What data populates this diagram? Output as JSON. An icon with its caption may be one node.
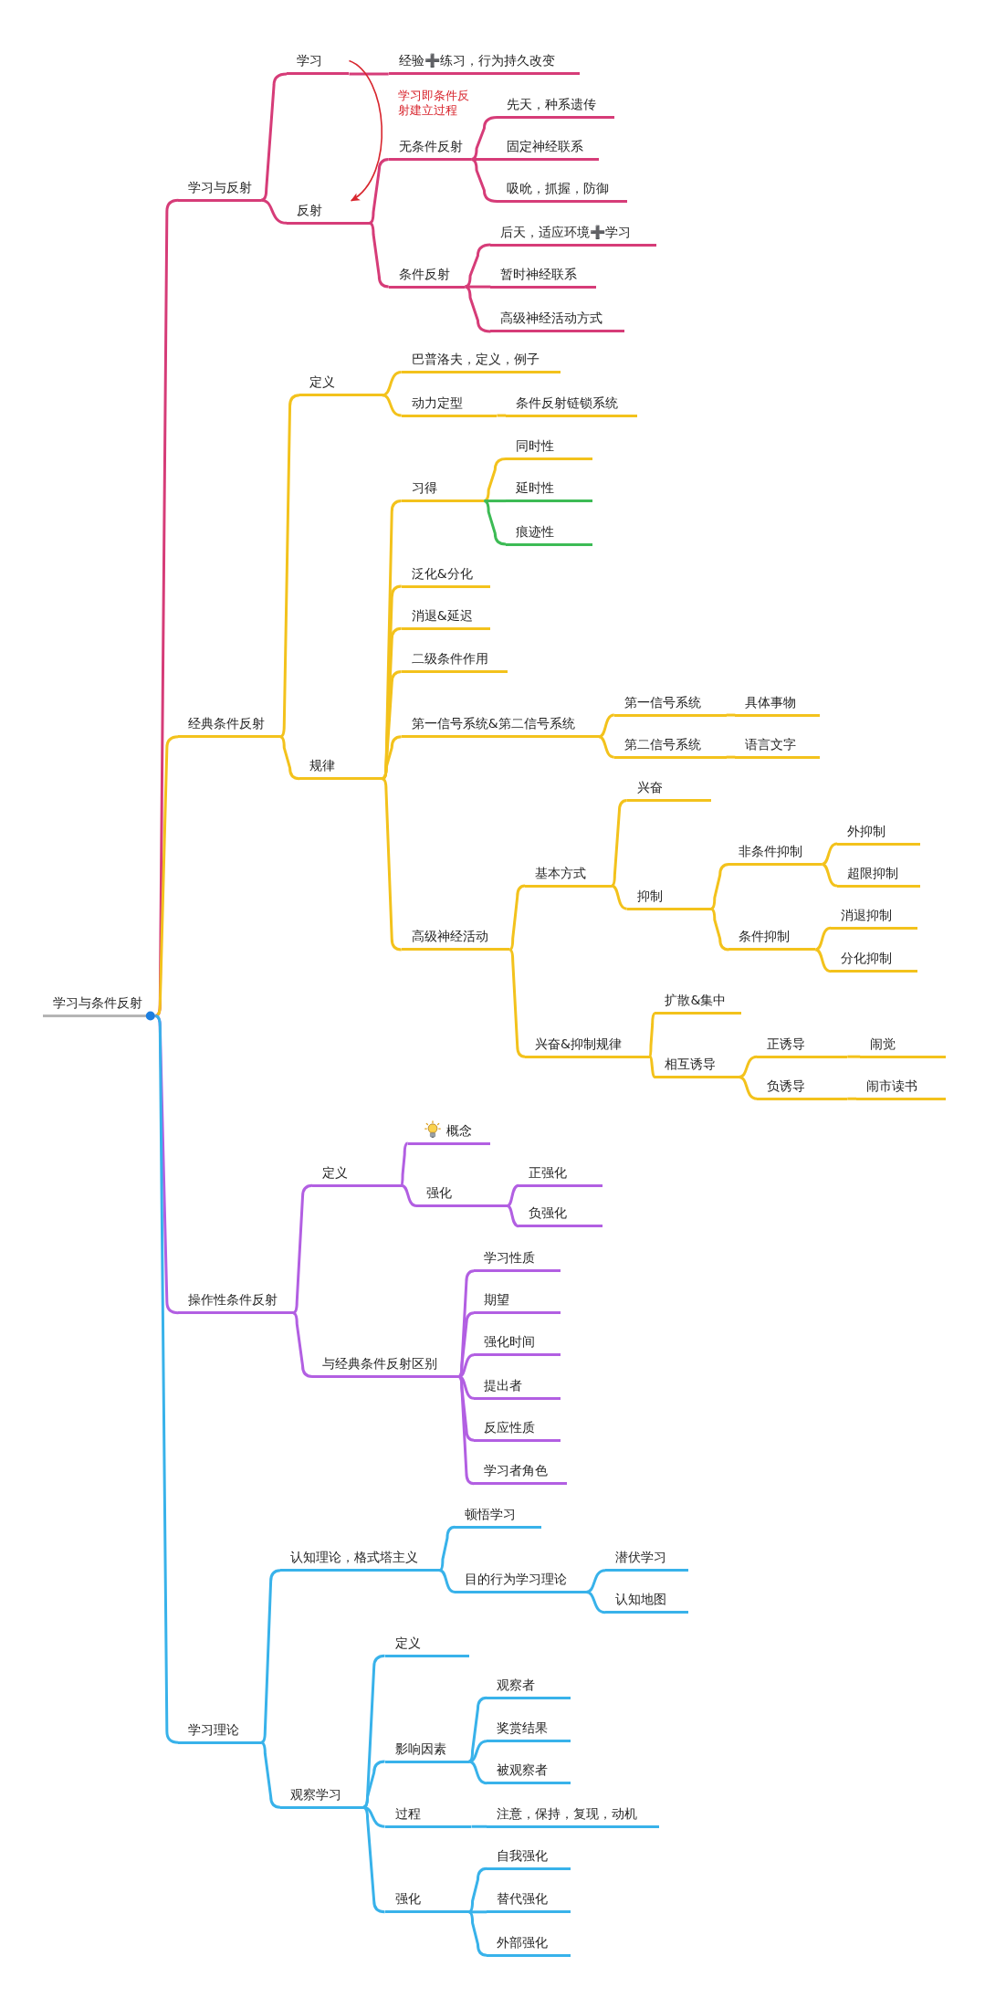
{
  "diagram": {
    "nodes": [
      {
        "text": [
          "学习与条件反射"
        ]
      },
      {
        "text": [
          "学习与反射"
        ]
      },
      {
        "text": [
          "学习"
        ]
      },
      {
        "text": [
          "经验➕练习，行为持久改变"
        ]
      },
      {
        "text": [
          "反射"
        ]
      },
      {
        "text": [
          "无条件反射"
        ]
      },
      {
        "text": [
          "先天，种系遗传"
        ]
      },
      {
        "text": [
          "固定神经联系"
        ]
      },
      {
        "text": [
          "吸吮，抓握，防御"
        ]
      },
      {
        "text": [
          "条件反射"
        ]
      },
      {
        "text": [
          "后天，适应环境➕学习"
        ]
      },
      {
        "text": [
          "暂时神经联系"
        ]
      },
      {
        "text": [
          "高级神经活动方式"
        ]
      },
      {
        "text": [
          "经典条件反射"
        ]
      },
      {
        "text": [
          "定义"
        ]
      },
      {
        "text": [
          "巴普洛夫，定义，例子"
        ]
      },
      {
        "text": [
          "动力定型"
        ]
      },
      {
        "text": [
          "条件反射链锁系统"
        ]
      },
      {
        "text": [
          "规律"
        ]
      },
      {
        "text": [
          "习得"
        ]
      },
      {
        "text": [
          "同时性"
        ]
      },
      {
        "text": [
          "延时性"
        ]
      },
      {
        "text": [
          "痕迹性"
        ]
      },
      {
        "text": [
          "泛化&分化"
        ]
      },
      {
        "text": [
          "消退&延迟"
        ]
      },
      {
        "text": [
          "二级条件作用"
        ]
      },
      {
        "text": [
          "第一信号系统&第二信号系统"
        ]
      },
      {
        "text": [
          "第一信号系统"
        ]
      },
      {
        "text": [
          "具体事物"
        ]
      },
      {
        "text": [
          "第二信号系统"
        ]
      },
      {
        "text": [
          "语言文字"
        ]
      },
      {
        "text": [
          "高级神经活动"
        ]
      },
      {
        "text": [
          "基本方式"
        ]
      },
      {
        "text": [
          "兴奋"
        ]
      },
      {
        "text": [
          "抑制"
        ]
      },
      {
        "text": [
          "非条件抑制"
        ]
      },
      {
        "text": [
          "外抑制"
        ]
      },
      {
        "text": [
          "超限抑制"
        ]
      },
      {
        "text": [
          "条件抑制"
        ]
      },
      {
        "text": [
          "消退抑制"
        ]
      },
      {
        "text": [
          "分化抑制"
        ]
      },
      {
        "text": [
          "兴奋&抑制规律"
        ]
      },
      {
        "text": [
          "扩散&集中"
        ]
      },
      {
        "text": [
          "相互诱导"
        ]
      },
      {
        "text": [
          "正诱导"
        ]
      },
      {
        "text": [
          "闹觉"
        ]
      },
      {
        "text": [
          "负诱导"
        ]
      },
      {
        "text": [
          "闹市读书"
        ]
      },
      {
        "text": [
          "操作性条件反射"
        ]
      },
      {
        "text": [
          "定义"
        ]
      },
      {
        "text": [
          "概念"
        ]
      },
      {
        "text": [
          "强化"
        ]
      },
      {
        "text": [
          "正强化"
        ]
      },
      {
        "text": [
          "负强化"
        ]
      },
      {
        "text": [
          "与经典条件反射区别"
        ]
      },
      {
        "text": [
          "学习性质"
        ]
      },
      {
        "text": [
          "期望"
        ]
      },
      {
        "text": [
          "强化时间"
        ]
      },
      {
        "text": [
          "提出者"
        ]
      },
      {
        "text": [
          "反应性质"
        ]
      },
      {
        "text": [
          "学习者角色"
        ]
      },
      {
        "text": [
          "学习理论"
        ]
      },
      {
        "text": [
          "认知理论，格式塔主义"
        ]
      },
      {
        "text": [
          "顿悟学习"
        ]
      },
      {
        "text": [
          "目的行为学习理论"
        ]
      },
      {
        "text": [
          "潜伏学习"
        ]
      },
      {
        "text": [
          "认知地图"
        ]
      },
      {
        "text": [
          "观察学习"
        ]
      },
      {
        "text": [
          "定义"
        ]
      },
      {
        "text": [
          "影响因素"
        ]
      },
      {
        "text": [
          "观察者"
        ]
      },
      {
        "text": [
          "奖赏结果"
        ]
      },
      {
        "text": [
          "被观察者"
        ]
      },
      {
        "text": [
          "过程"
        ]
      },
      {
        "text": [
          "注意，保持，复现，动机"
        ]
      },
      {
        "text": [
          "强化"
        ]
      },
      {
        "text": [
          "自我强化"
        ]
      },
      {
        "text": [
          "替代强化"
        ]
      },
      {
        "text": [
          "外部强化"
        ]
      }
    ],
    "edges": [
      {
        "from": 0,
        "to": 1,
        "arrow": "none",
        "color": "#d63c78"
      },
      {
        "from": 1,
        "to": 2,
        "arrow": "none",
        "color": "#d63c78"
      },
      {
        "from": 2,
        "to": 3,
        "arrow": "none",
        "color": "#d63c78"
      },
      {
        "from": 1,
        "to": 4,
        "arrow": "none",
        "color": "#d63c78"
      },
      {
        "from": 4,
        "to": 5,
        "arrow": "none",
        "color": "#d63c78"
      },
      {
        "from": 5,
        "to": 6,
        "arrow": "none",
        "color": "#d63c78"
      },
      {
        "from": 5,
        "to": 7,
        "arrow": "none",
        "color": "#d63c78"
      },
      {
        "from": 5,
        "to": 8,
        "arrow": "none",
        "color": "#d63c78"
      },
      {
        "from": 4,
        "to": 9,
        "arrow": "none",
        "color": "#d63c78"
      },
      {
        "from": 9,
        "to": 10,
        "arrow": "none",
        "color": "#d63c78"
      },
      {
        "from": 9,
        "to": 11,
        "arrow": "none",
        "color": "#d63c78"
      },
      {
        "from": 9,
        "to": 12,
        "arrow": "none",
        "color": "#d63c78"
      },
      {
        "from": 2,
        "to": 4,
        "arrow": "to",
        "color": "#d8262e",
        "label": "学习即条件反射建立过程"
      },
      {
        "from": 0,
        "to": 13,
        "arrow": "none"
      },
      {
        "from": 13,
        "to": 14,
        "arrow": "none"
      },
      {
        "from": 14,
        "to": 15,
        "arrow": "none"
      },
      {
        "from": 14,
        "to": 16,
        "arrow": "none"
      },
      {
        "from": 16,
        "to": 17,
        "arrow": "none"
      },
      {
        "from": 13,
        "to": 18,
        "arrow": "none"
      },
      {
        "from": 18,
        "to": 19,
        "arrow": "none"
      },
      {
        "from": 19,
        "to": 20,
        "arrow": "none"
      },
      {
        "from": 19,
        "to": 21,
        "arrow": "none",
        "color": "#3dbb55"
      },
      {
        "from": 19,
        "to": 22,
        "arrow": "none",
        "color": "#3dbb55"
      },
      {
        "from": 18,
        "to": 23,
        "arrow": "none"
      },
      {
        "from": 18,
        "to": 24,
        "arrow": "none"
      },
      {
        "from": 18,
        "to": 25,
        "arrow": "none"
      },
      {
        "from": 18,
        "to": 26,
        "arrow": "none"
      },
      {
        "from": 26,
        "to": 27,
        "arrow": "none"
      },
      {
        "from": 27,
        "to": 28,
        "arrow": "none"
      },
      {
        "from": 26,
        "to": 29,
        "arrow": "none"
      },
      {
        "from": 29,
        "to": 30,
        "arrow": "none"
      },
      {
        "from": 18,
        "to": 31,
        "arrow": "none"
      },
      {
        "from": 31,
        "to": 32,
        "arrow": "none"
      },
      {
        "from": 32,
        "to": 33,
        "arrow": "none"
      },
      {
        "from": 32,
        "to": 34,
        "arrow": "none"
      },
      {
        "from": 34,
        "to": 35,
        "arrow": "none"
      },
      {
        "from": 35,
        "to": 36,
        "arrow": "none"
      },
      {
        "from": 35,
        "to": 37,
        "arrow": "none"
      },
      {
        "from": 34,
        "to": 38,
        "arrow": "none"
      },
      {
        "from": 38,
        "to": 39,
        "arrow": "none"
      },
      {
        "from": 38,
        "to": 40,
        "arrow": "none"
      },
      {
        "from": 31,
        "to": 41,
        "arrow": "none"
      },
      {
        "from": 41,
        "to": 42,
        "arrow": "none"
      },
      {
        "from": 41,
        "to": 43,
        "arrow": "none"
      },
      {
        "from": 43,
        "to": 44,
        "arrow": "none"
      },
      {
        "from": 44,
        "to": 45,
        "arrow": "none"
      },
      {
        "from": 43,
        "to": 46,
        "arrow": "none"
      },
      {
        "from": 46,
        "to": 47,
        "arrow": "none"
      },
      {
        "from": 0,
        "to": 48,
        "arrow": "none",
        "color": "#b25fe2"
      },
      {
        "from": 48,
        "to": 49,
        "arrow": "none",
        "color": "#b25fe2"
      },
      {
        "from": 49,
        "to": 50,
        "arrow": "none",
        "color": "#b25fe2"
      },
      {
        "from": 49,
        "to": 51,
        "arrow": "none",
        "color": "#b25fe2"
      },
      {
        "from": 51,
        "to": 52,
        "arrow": "none",
        "color": "#b25fe2"
      },
      {
        "from": 51,
        "to": 53,
        "arrow": "none",
        "color": "#b25fe2"
      },
      {
        "from": 48,
        "to": 54,
        "arrow": "none",
        "color": "#b25fe2"
      },
      {
        "from": 54,
        "to": 55,
        "arrow": "none",
        "color": "#b25fe2"
      },
      {
        "from": 54,
        "to": 56,
        "arrow": "none",
        "color": "#b25fe2"
      },
      {
        "from": 54,
        "to": 57,
        "arrow": "none",
        "color": "#b25fe2"
      },
      {
        "from": 54,
        "to": 58,
        "arrow": "none",
        "color": "#b25fe2"
      },
      {
        "from": 54,
        "to": 59,
        "arrow": "none",
        "color": "#b25fe2"
      },
      {
        "from": 54,
        "to": 60,
        "arrow": "none",
        "color": "#b25fe2"
      },
      {
        "from": 0,
        "to": 61,
        "arrow": "none",
        "color": "#38b2ea"
      },
      {
        "from": 61,
        "to": 62,
        "arrow": "none",
        "color": "#38b2ea"
      },
      {
        "from": 62,
        "to": 63,
        "arrow": "none",
        "color": "#38b2ea"
      },
      {
        "from": 62,
        "to": 64,
        "arrow": "none",
        "color": "#38b2ea"
      },
      {
        "from": 64,
        "to": 65,
        "arrow": "none",
        "color": "#38b2ea"
      },
      {
        "from": 64,
        "to": 66,
        "arrow": "none",
        "color": "#38b2ea"
      },
      {
        "from": 61,
        "to": 67,
        "arrow": "none",
        "color": "#38b2ea"
      },
      {
        "from": 67,
        "to": 68,
        "arrow": "none",
        "color": "#38b2ea"
      },
      {
        "from": 67,
        "to": 69,
        "arrow": "none",
        "color": "#38b2ea"
      },
      {
        "from": 69,
        "to": 70,
        "arrow": "none",
        "color": "#38b2ea"
      },
      {
        "from": 69,
        "to": 71,
        "arrow": "none",
        "color": "#38b2ea"
      },
      {
        "from": 69,
        "to": 72,
        "arrow": "none",
        "color": "#38b2ea"
      },
      {
        "from": 67,
        "to": 73,
        "arrow": "none",
        "color": "#38b2ea"
      },
      {
        "from": 73,
        "to": 74,
        "arrow": "none",
        "color": "#38b2ea"
      },
      {
        "from": 67,
        "to": 75,
        "arrow": "none",
        "color": "#38b2ea"
      },
      {
        "from": 75,
        "to": 76,
        "arrow": "none",
        "color": "#38b2ea"
      },
      {
        "from": 75,
        "to": 77,
        "arrow": "none",
        "color": "#38b2ea"
      },
      {
        "from": 75,
        "to": 78,
        "arrow": "none",
        "color": "#38b2ea"
      }
    ]
  }
}
